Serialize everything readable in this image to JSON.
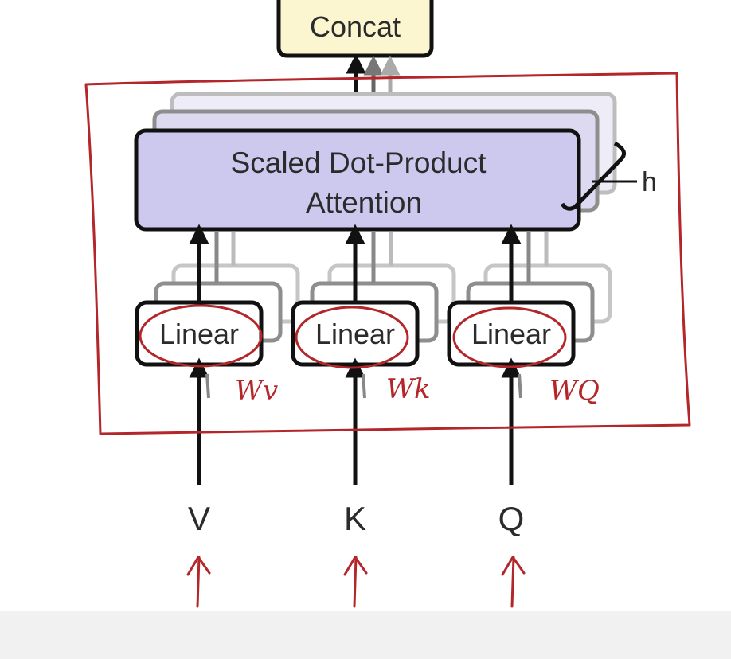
{
  "diagram": {
    "concat_label": "Concat",
    "attention_line1": "Scaled Dot-Product",
    "attention_line2": "Attention",
    "heads_label": "h",
    "linear_labels": [
      "Linear",
      "Linear",
      "Linear"
    ],
    "inputs": [
      "V",
      "K",
      "Q"
    ],
    "annotations": [
      "Wv",
      "Wk",
      "WQ"
    ],
    "colors": {
      "attention_fill": "#ccc8ee",
      "concat_fill": "#fbf6cf",
      "annotation_red": "#b3262a",
      "stroke": "#111111"
    }
  }
}
